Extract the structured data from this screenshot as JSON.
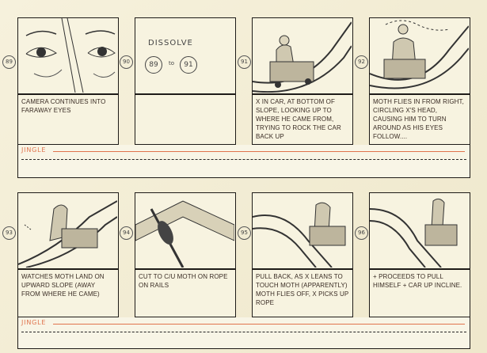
{
  "panels": [
    {
      "number": "89",
      "caption": "Camera continues into faraway eyes"
    },
    {
      "number": "90",
      "caption": "",
      "dissolve": "DISSOLVE",
      "from": "89",
      "to_word": "to",
      "to": "91"
    },
    {
      "number": "91",
      "caption": "X in car, at bottom of slope, looking up to where he came from, trying to rock the car back up"
    },
    {
      "number": "92",
      "caption": "Moth flies in from right, circling X's head, causing him to turn around as his eyes follow...."
    },
    {
      "number": "93",
      "caption": "Watches moth land on upward slope (away from where he came)"
    },
    {
      "number": "94",
      "caption": "Cut to C/U moth on rope on rails"
    },
    {
      "number": "95",
      "caption": "Pull back, as X leans to touch moth (apparently) moth flies off, X picks up rope"
    },
    {
      "number": "96",
      "caption": "+ proceeds to pull himself + car up incline."
    }
  ],
  "soundtrack": {
    "label": "JINGLE"
  },
  "colors": {
    "paper": "#f4efd9",
    "ink": "#1e1b18",
    "jingle": "#e0734d"
  }
}
